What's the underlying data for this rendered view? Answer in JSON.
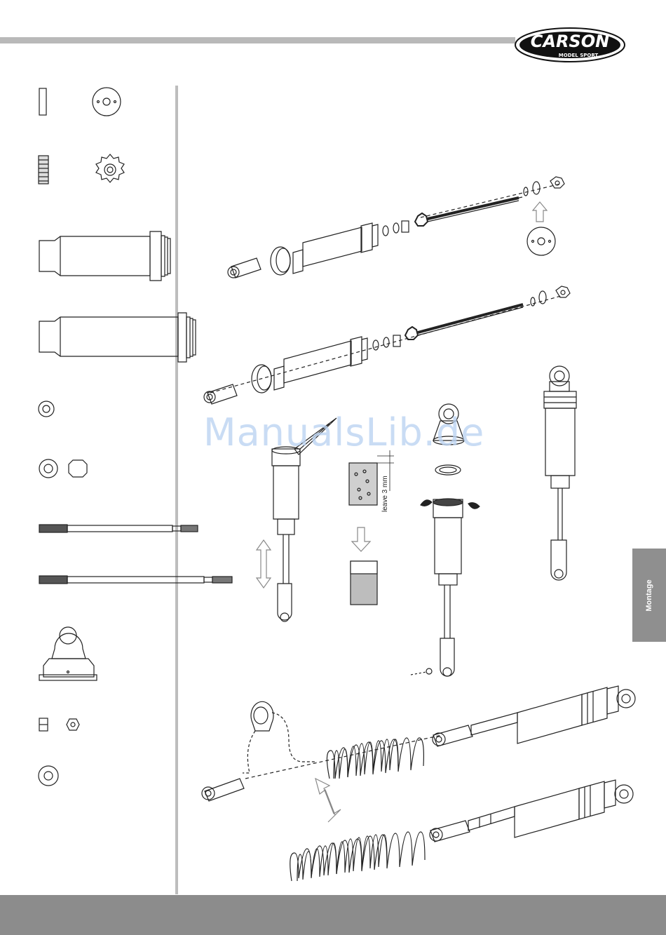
{
  "brand": {
    "name": "CARSON",
    "tagline": "MODEL SPORT"
  },
  "watermark": "ManualsLib.de",
  "side_tab": {
    "label": "Montage"
  },
  "instruction": {
    "leave_text": "leave 3 mm"
  },
  "icons": {
    "logo": "carson-logo-icon",
    "arrow_up": "arrow-up-icon",
    "arrow_down": "arrow-down-icon",
    "arrow_updown": "arrow-updown-icon",
    "arrow_diagonal": "arrow-diagonal-icon"
  },
  "colors": {
    "rule": "#b9b9b9",
    "bottom_bar": "#8c8c8c",
    "side_tab": "#8f8f8f",
    "line": "#222222"
  }
}
